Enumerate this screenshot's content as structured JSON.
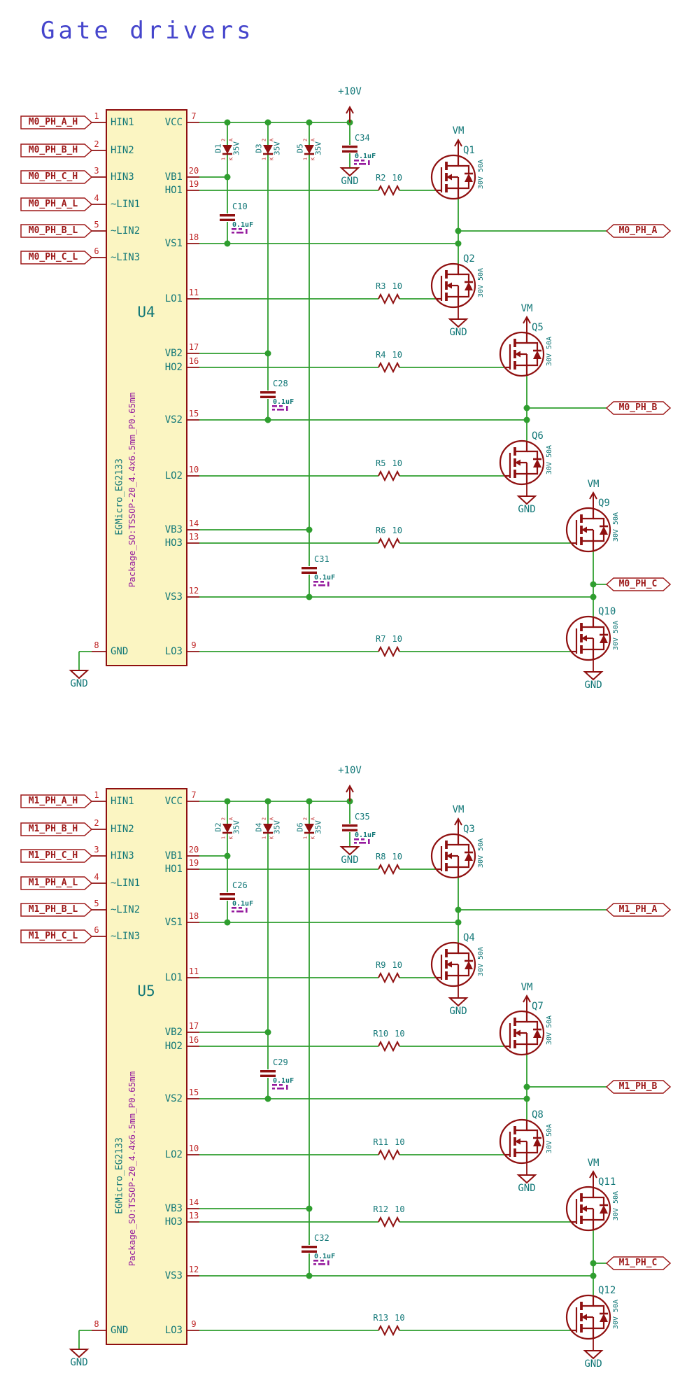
{
  "title": "Gate drivers",
  "colors": {
    "wire_green": "#2f9e2f",
    "symbol_red": "#8f1010",
    "text_teal": "#117777",
    "pin_number_red": "#bf2626",
    "net_label_red": "#9d1919",
    "ic_fill_yellow": "#fbf5c2",
    "footprint_purple": "#951b9e",
    "title_blue": "#4545cc"
  },
  "circuits": [
    {
      "ic": {
        "ref": "U4",
        "part": "EGMicro_EG2133",
        "footprint": "Package_SO:TSSOP-20_4.4x6.5mm_P0.65mm",
        "left_pins": [
          {
            "num": "1",
            "name": "HIN1",
            "label": "M0_PH_A_H"
          },
          {
            "num": "2",
            "name": "HIN2",
            "label": "M0_PH_B_H"
          },
          {
            "num": "3",
            "name": "HIN3",
            "label": "M0_PH_C_H"
          },
          {
            "num": "4",
            "name": "~LIN1",
            "label": "M0_PH_A_L"
          },
          {
            "num": "5",
            "name": "~LIN2",
            "label": "M0_PH_B_L"
          },
          {
            "num": "6",
            "name": "~LIN3",
            "label": "M0_PH_C_L"
          }
        ],
        "gnd_pin": {
          "num": "8",
          "name": "GND"
        },
        "right_pins": [
          {
            "num": "7",
            "name": "VCC"
          },
          {
            "num": "20",
            "name": "VB1"
          },
          {
            "num": "19",
            "name": "HO1"
          },
          {
            "num": "18",
            "name": "VS1"
          },
          {
            "num": "11",
            "name": "LO1"
          },
          {
            "num": "17",
            "name": "VB2"
          },
          {
            "num": "16",
            "name": "HO2"
          },
          {
            "num": "15",
            "name": "VS2"
          },
          {
            "num": "10",
            "name": "LO2"
          },
          {
            "num": "14",
            "name": "VB3"
          },
          {
            "num": "13",
            "name": "HO3"
          },
          {
            "num": "12",
            "name": "VS3"
          },
          {
            "num": "9",
            "name": "LO3"
          }
        ]
      },
      "power": {
        "vcc": "+10V",
        "gnd": "GND",
        "vm": "VM"
      },
      "diodes": [
        {
          "ref": "D1",
          "value": "35V",
          "pins": {
            "top_num": "2",
            "top_name": "A",
            "bottom_num": "1",
            "bottom_name": "K"
          }
        },
        {
          "ref": "D3",
          "value": "35V",
          "pins": {
            "top_num": "2",
            "top_name": "A",
            "bottom_num": "1",
            "bottom_name": "K"
          }
        },
        {
          "ref": "D5",
          "value": "35V",
          "pins": {
            "top_num": "2",
            "top_name": "A",
            "bottom_num": "1",
            "bottom_name": "K"
          }
        }
      ],
      "caps": [
        {
          "ref": "C34",
          "value": "0.1uF"
        },
        {
          "ref": "C10",
          "value": "0.1uF"
        },
        {
          "ref": "C28",
          "value": "0.1uF"
        },
        {
          "ref": "C31",
          "value": "0.1uF"
        }
      ],
      "resistors": [
        {
          "ref": "R2",
          "value": "10"
        },
        {
          "ref": "R3",
          "value": "10"
        },
        {
          "ref": "R4",
          "value": "10"
        },
        {
          "ref": "R5",
          "value": "10"
        },
        {
          "ref": "R6",
          "value": "10"
        },
        {
          "ref": "R7",
          "value": "10"
        }
      ],
      "mosfets": [
        {
          "ref": "Q1",
          "value": "30V 50A"
        },
        {
          "ref": "Q2",
          "value": "30V 50A"
        },
        {
          "ref": "Q5",
          "value": "30V 50A"
        },
        {
          "ref": "Q6",
          "value": "30V 50A"
        },
        {
          "ref": "Q9",
          "value": "30V 50A"
        },
        {
          "ref": "Q10",
          "value": "30V 50A"
        }
      ],
      "outputs": [
        "M0_PH_A",
        "M0_PH_B",
        "M0_PH_C"
      ]
    },
    {
      "ic": {
        "ref": "U5",
        "part": "EGMicro_EG2133",
        "footprint": "Package_SO:TSSOP-20_4.4x6.5mm_P0.65mm",
        "left_pins": [
          {
            "num": "1",
            "name": "HIN1",
            "label": "M1_PH_A_H"
          },
          {
            "num": "2",
            "name": "HIN2",
            "label": "M1_PH_B_H"
          },
          {
            "num": "3",
            "name": "HIN3",
            "label": "M1_PH_C_H"
          },
          {
            "num": "4",
            "name": "~LIN1",
            "label": "M1_PH_A_L"
          },
          {
            "num": "5",
            "name": "~LIN2",
            "label": "M1_PH_B_L"
          },
          {
            "num": "6",
            "name": "~LIN3",
            "label": "M1_PH_C_L"
          }
        ],
        "gnd_pin": {
          "num": "8",
          "name": "GND"
        },
        "right_pins": [
          {
            "num": "7",
            "name": "VCC"
          },
          {
            "num": "20",
            "name": "VB1"
          },
          {
            "num": "19",
            "name": "HO1"
          },
          {
            "num": "18",
            "name": "VS1"
          },
          {
            "num": "11",
            "name": "LO1"
          },
          {
            "num": "17",
            "name": "VB2"
          },
          {
            "num": "16",
            "name": "HO2"
          },
          {
            "num": "15",
            "name": "VS2"
          },
          {
            "num": "10",
            "name": "LO2"
          },
          {
            "num": "14",
            "name": "VB3"
          },
          {
            "num": "13",
            "name": "HO3"
          },
          {
            "num": "12",
            "name": "VS3"
          },
          {
            "num": "9",
            "name": "LO3"
          }
        ]
      },
      "power": {
        "vcc": "+10V",
        "gnd": "GND",
        "vm": "VM"
      },
      "diodes": [
        {
          "ref": "D2",
          "value": "35V",
          "pins": {
            "top_num": "2",
            "top_name": "A",
            "bottom_num": "1",
            "bottom_name": "K"
          }
        },
        {
          "ref": "D4",
          "value": "35V",
          "pins": {
            "top_num": "2",
            "top_name": "A",
            "bottom_num": "1",
            "bottom_name": "K"
          }
        },
        {
          "ref": "D6",
          "value": "35V",
          "pins": {
            "top_num": "2",
            "top_name": "A",
            "bottom_num": "1",
            "bottom_name": "K"
          }
        }
      ],
      "caps": [
        {
          "ref": "C35",
          "value": "0.1uF"
        },
        {
          "ref": "C26",
          "value": "0.1uF"
        },
        {
          "ref": "C29",
          "value": "0.1uF"
        },
        {
          "ref": "C32",
          "value": "0.1uF"
        }
      ],
      "resistors": [
        {
          "ref": "R8",
          "value": "10"
        },
        {
          "ref": "R9",
          "value": "10"
        },
        {
          "ref": "R10",
          "value": "10"
        },
        {
          "ref": "R11",
          "value": "10"
        },
        {
          "ref": "R12",
          "value": "10"
        },
        {
          "ref": "R13",
          "value": "10"
        }
      ],
      "mosfets": [
        {
          "ref": "Q3",
          "value": "30V 50A"
        },
        {
          "ref": "Q4",
          "value": "30V 50A"
        },
        {
          "ref": "Q7",
          "value": "30V 50A"
        },
        {
          "ref": "Q8",
          "value": "30V 50A"
        },
        {
          "ref": "Q11",
          "value": "30V 50A"
        },
        {
          "ref": "Q12",
          "value": "30V 50A"
        }
      ],
      "outputs": [
        "M1_PH_A",
        "M1_PH_B",
        "M1_PH_C"
      ]
    }
  ]
}
